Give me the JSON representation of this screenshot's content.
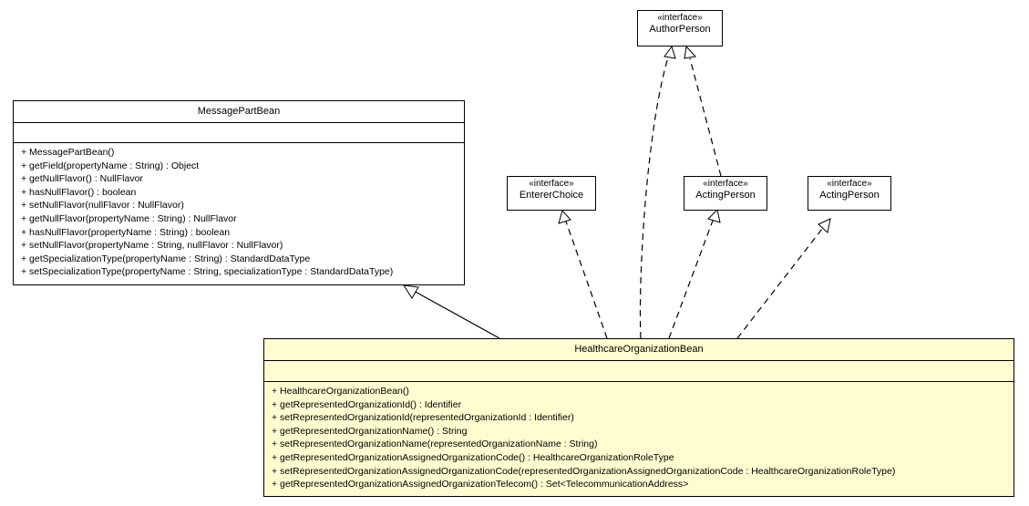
{
  "classes": {
    "message_part_bean": {
      "name": "MessagePartBean",
      "methods": [
        "+ MessagePartBean()",
        "+ getField(propertyName : String) : Object",
        "+ getNullFlavor() : NullFlavor",
        "+ hasNullFlavor() : boolean",
        "+ setNullFlavor(nullFlavor : NullFlavor)",
        "+ getNullFlavor(propertyName : String) : NullFlavor",
        "+ hasNullFlavor(propertyName : String) : boolean",
        "+ setNullFlavor(propertyName : String, nullFlavor : NullFlavor)",
        "+ getSpecializationType(propertyName : String) : StandardDataType",
        "+ setSpecializationType(propertyName : String, specializationType : StandardDataType)"
      ]
    },
    "healthcare_organization_bean": {
      "name": "HealthcareOrganizationBean",
      "methods": [
        "+ HealthcareOrganizationBean()",
        "+ getRepresentedOrganizationId() : Identifier",
        "+ setRepresentedOrganizationId(representedOrganizationId : Identifier)",
        "+ getRepresentedOrganizationName() : String",
        "+ setRepresentedOrganizationName(representedOrganizationName : String)",
        "+ getRepresentedOrganizationAssignedOrganizationCode() : HealthcareOrganizationRoleType",
        "+ setRepresentedOrganizationAssignedOrganizationCode(representedOrganizationAssignedOrganizationCode : HealthcareOrganizationRoleType)",
        "+ getRepresentedOrganizationAssignedOrganizationTelecom() : Set<TelecommunicationAddress>"
      ]
    }
  },
  "interfaces": {
    "author_person": {
      "stereotype": "«interface»",
      "name": "AuthorPerson"
    },
    "enterer_choice": {
      "stereotype": "«interface»",
      "name": "EntererChoice"
    },
    "acting_person_a": {
      "stereotype": "«interface»",
      "name": "ActingPerson"
    },
    "acting_person_b": {
      "stereotype": "«interface»",
      "name": "ActingPerson"
    }
  },
  "colors": {
    "highlight_fill": "#fffdd0",
    "line": "#000000",
    "background": "#ffffff"
  }
}
